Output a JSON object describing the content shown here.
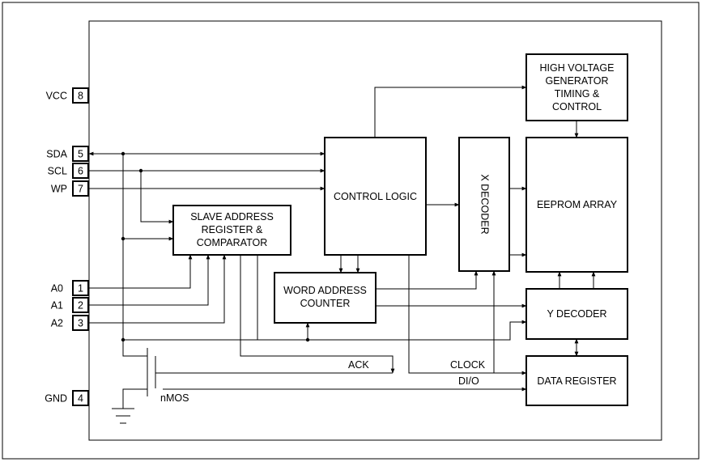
{
  "pins": [
    {
      "name": "VCC",
      "number": "8"
    },
    {
      "name": "SDA",
      "number": "5"
    },
    {
      "name": "SCL",
      "number": "6"
    },
    {
      "name": "WP",
      "number": "7"
    },
    {
      "name": "A0",
      "number": "1"
    },
    {
      "name": "A1",
      "number": "2"
    },
    {
      "name": "A2",
      "number": "3"
    },
    {
      "name": "GND",
      "number": "4"
    }
  ],
  "blocks": {
    "high_voltage": [
      "HIGH VOLTAGE",
      "GENERATOR",
      "TIMING &",
      "CONTROL"
    ],
    "control_logic": "CONTROL LOGIC",
    "x_decoder": "X DECODER",
    "eeprom_array": "EEPROM ARRAY",
    "slave_address": [
      "SLAVE ADDRESS",
      "REGISTER &",
      "COMPARATOR"
    ],
    "word_address": [
      "WORD ADDRESS",
      "COUNTER"
    ],
    "y_decoder": "Y DECODER",
    "data_register": "DATA REGISTER"
  },
  "signals": {
    "ack": "ACK",
    "clock": "CLOCK",
    "dio": "DI/O",
    "nmos": "nMOS"
  }
}
